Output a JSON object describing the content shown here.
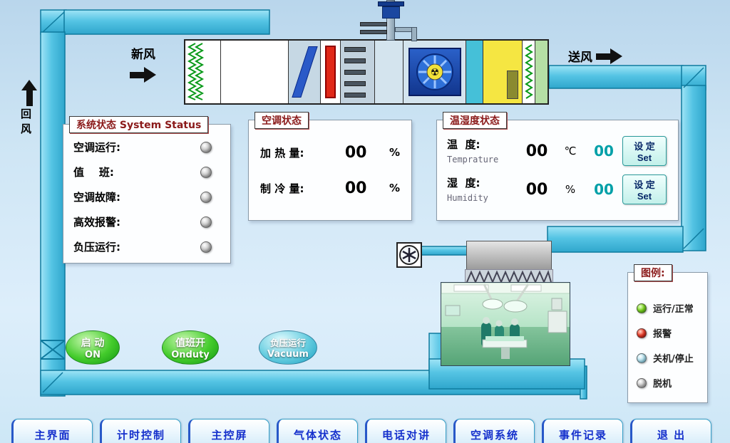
{
  "colors": {
    "duct_cyan": "#55c4e4",
    "panel_title_red": "#8b1a1a",
    "led_green": "#84dc28",
    "led_red": "#ee4430",
    "led_cyan": "#bce8f4",
    "led_gray": "#cccccc",
    "button_green": "#44cc2c",
    "button_cyan": "#64ccdf",
    "nav_text_blue": "#1530cc",
    "setpoint_teal": "#00a0a8"
  },
  "icons": {
    "radiation_glyph": "☢"
  },
  "airflow": {
    "fresh_air": "新风",
    "supply_air": "送风",
    "return_air": "回风"
  },
  "system_status": {
    "title": "系统状态 System Status",
    "items": [
      {
        "label": "空调运行:",
        "state": "gray"
      },
      {
        "label": "值    班:",
        "state": "gray"
      },
      {
        "label": "空调故障:",
        "state": "gray"
      },
      {
        "label": "高效报警:",
        "state": "gray"
      },
      {
        "label": "负压运行:",
        "state": "gray"
      }
    ]
  },
  "ac_status": {
    "title": "空调状态",
    "rows": [
      {
        "label": "加 热 量:",
        "value": "00",
        "unit": "%"
      },
      {
        "label": "制 冷 量:",
        "value": "00",
        "unit": "%"
      }
    ]
  },
  "temp_humidity": {
    "title": "温湿度状态",
    "rows": [
      {
        "label": "温  度:",
        "sublabel": "Temprature",
        "value": "00",
        "unit": "℃",
        "setpoint": "00",
        "set_line1": "设 定",
        "set_line2": "Set"
      },
      {
        "label": "湿  度:",
        "sublabel": "Humidity",
        "value": "00",
        "unit": "%",
        "setpoint": "00",
        "set_line1": "设 定",
        "set_line2": "Set"
      }
    ]
  },
  "controls": [
    {
      "line1": "启 动",
      "line2": "ON",
      "style": "green"
    },
    {
      "line1": "值班开",
      "line2": "Onduty",
      "style": "green"
    },
    {
      "line1": "负压运行",
      "line2": "Vacuum",
      "style": "cyan"
    }
  ],
  "legend": {
    "title": "图例:",
    "items": [
      {
        "label": "运行/正常",
        "state": "green"
      },
      {
        "label": "报警",
        "state": "red"
      },
      {
        "label": "关机/停止",
        "state": "cyan"
      },
      {
        "label": "脱机",
        "state": "gray"
      }
    ]
  },
  "nav": [
    {
      "label": "主界面"
    },
    {
      "label": "计时控制"
    },
    {
      "label": "主控屏"
    },
    {
      "label": "气体状态"
    },
    {
      "label": "电话对讲"
    },
    {
      "label": "空调系统"
    },
    {
      "label": "事件记录"
    },
    {
      "label": "退 出"
    }
  ]
}
